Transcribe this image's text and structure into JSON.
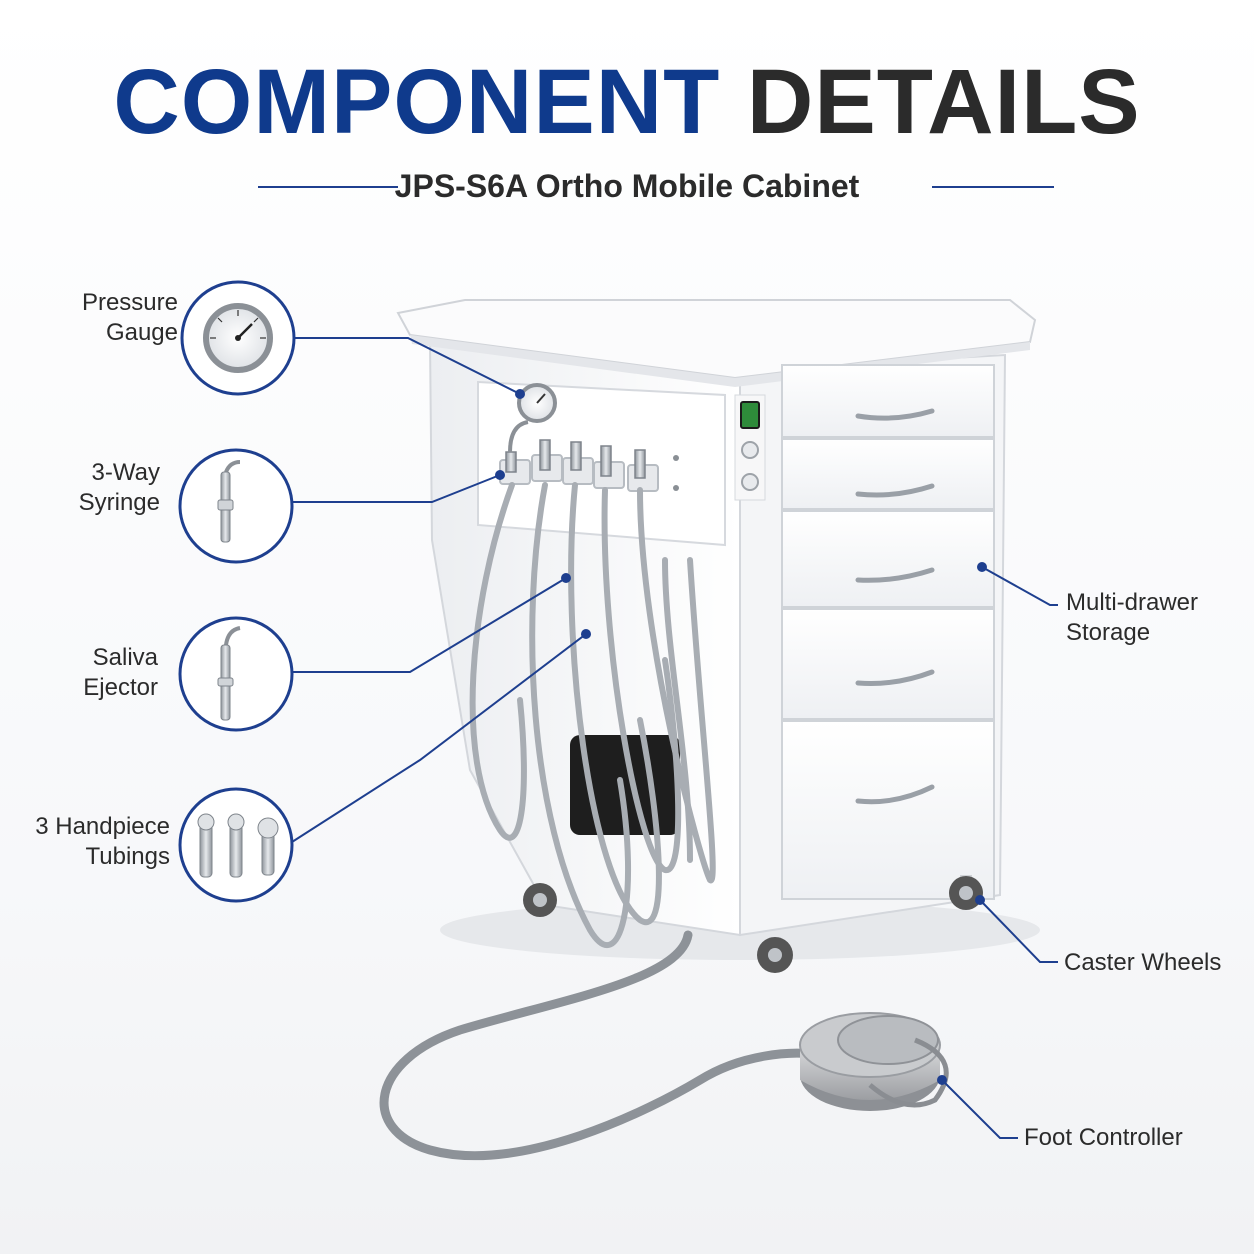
{
  "header": {
    "title_primary": "COMPONENT",
    "title_secondary": "DETAILS",
    "subtitle": "JPS-S6A Ortho Mobile Cabinet"
  },
  "callouts": {
    "pressure_gauge": {
      "line1": "Pressure",
      "line2": "Gauge"
    },
    "three_way_syringe": {
      "line1": "3-Way",
      "line2": "Syringe"
    },
    "saliva_ejector": {
      "line1": "Saliva",
      "line2": "Ejector"
    },
    "handpiece_tubings": {
      "line1": "3 Handpiece",
      "line2": "Tubings"
    },
    "multi_drawer": {
      "line1": "Multi-drawer",
      "line2": "Storage"
    },
    "caster_wheels": {
      "line1": "Caster Wheels"
    },
    "foot_controller": {
      "line1": "Foot Controller"
    }
  },
  "colors": {
    "accent_blue": "#0f3a8c",
    "title_dark": "#2b2b2b",
    "callout_line": "#1e3f8f",
    "power_switch": "#2e8b3a"
  },
  "icons": [
    "pressure-gauge-icon",
    "syringe-icon",
    "saliva-ejector-icon",
    "handpiece-icon",
    "cabinet-illustration",
    "foot-pedal-icon"
  ]
}
